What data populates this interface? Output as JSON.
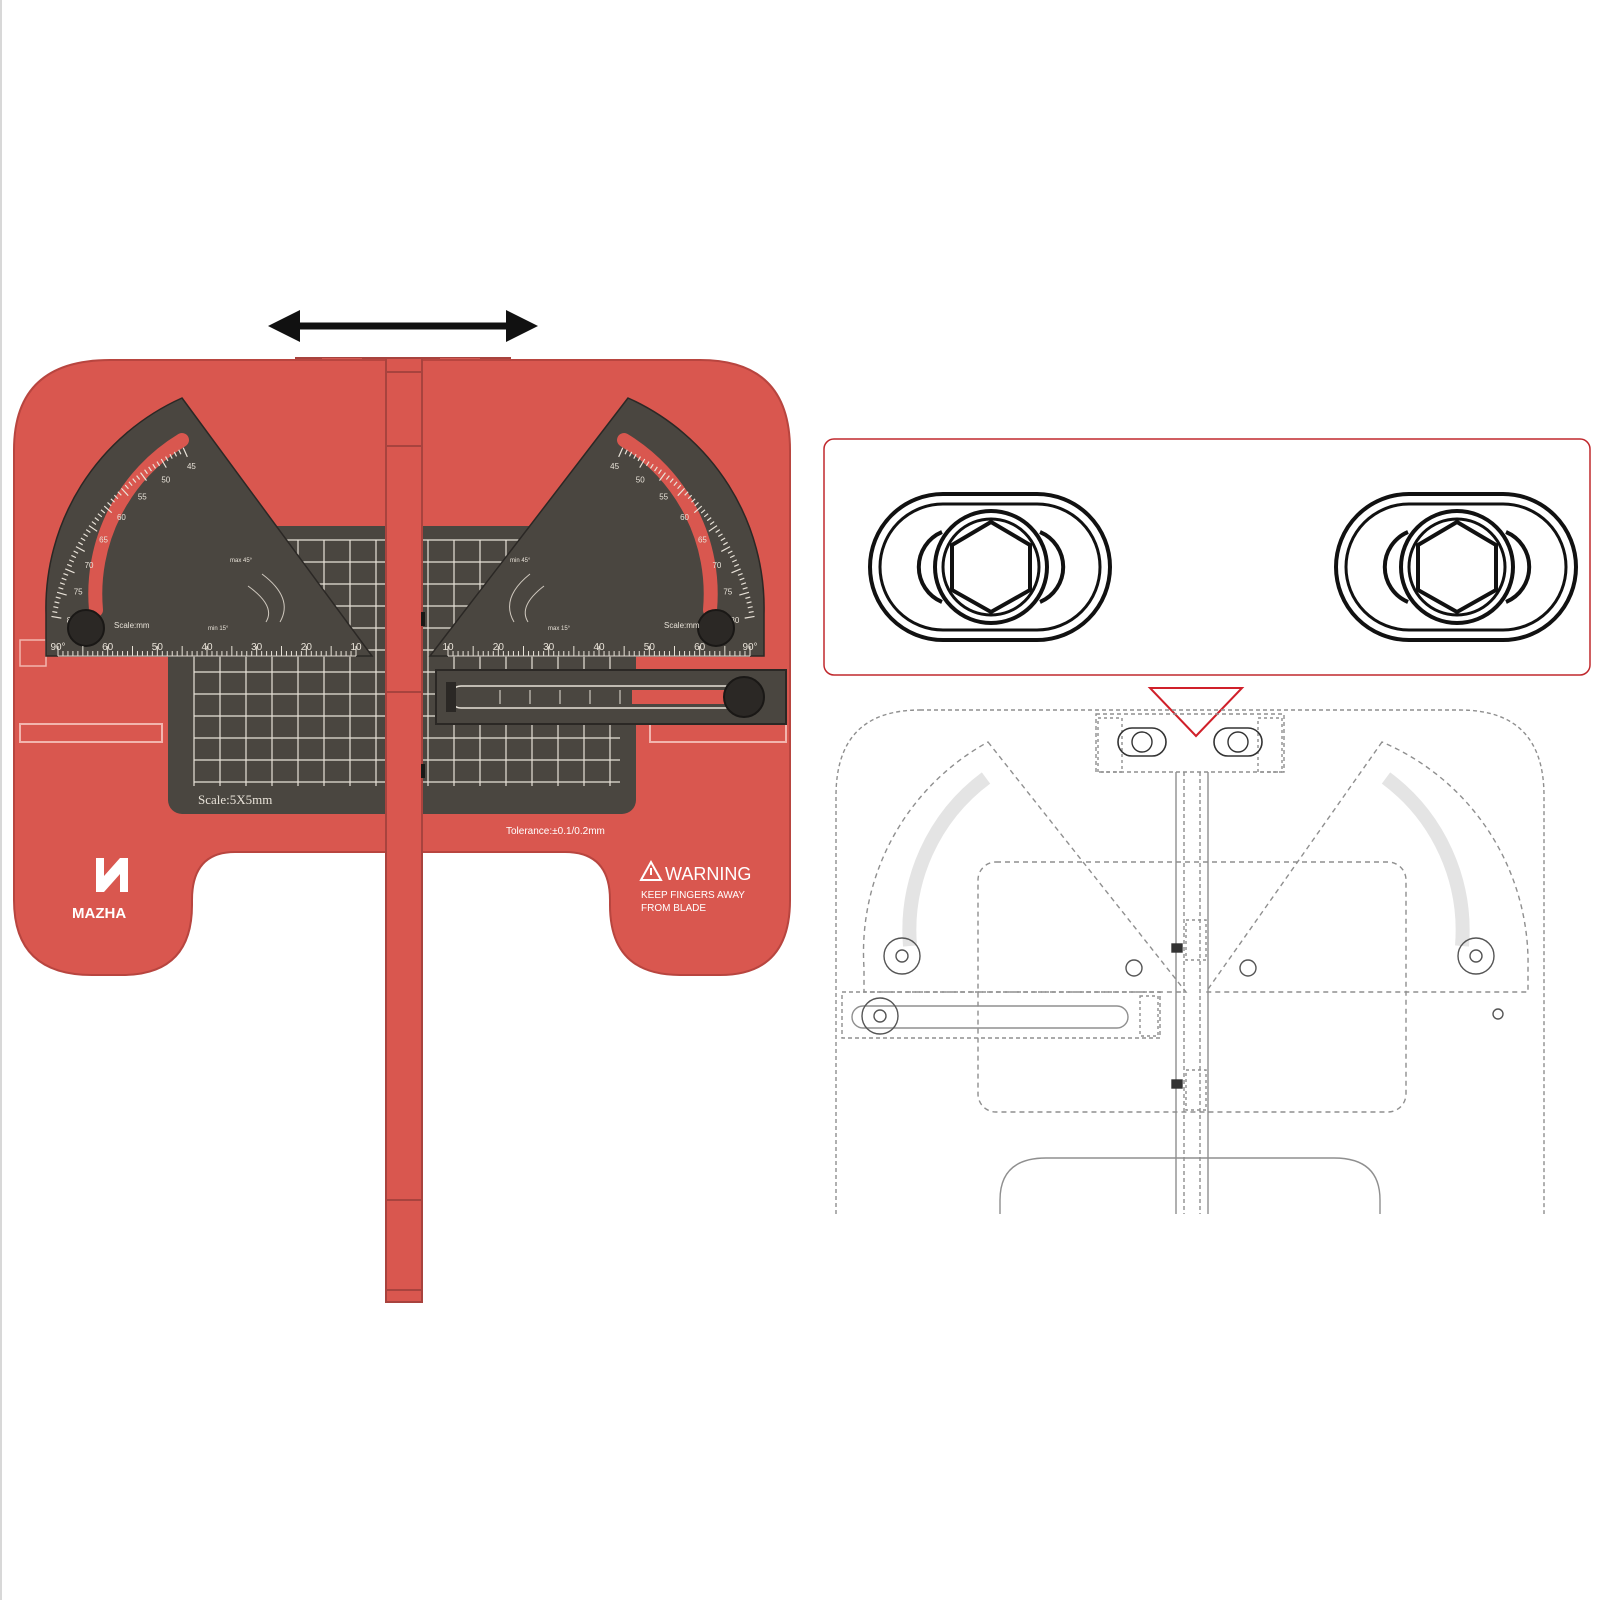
{
  "colors": {
    "body": "#D9574F",
    "body_dark": "#B8453F",
    "plate": "#4A4640",
    "grid_line": "#E8E2D8",
    "hairline": "#8F8F8F",
    "callout_border": "#C0282D",
    "marker": "#D0202A",
    "arrow": "#111111"
  },
  "icons": {
    "motion": "double-arrow-icon",
    "warning": "warning-triangle-icon",
    "brand": "mazha-logo",
    "adjust": "hex-socket-screw-icon",
    "pointer": "triangle-pointer-icon"
  },
  "product": {
    "brand": "MAZHA",
    "grid_scale": "Scale:5X5mm",
    "tolerance": "Tolerance:±0.1/0.2mm",
    "scale_left": "Scale:mm",
    "scale_right": "Scale:mm",
    "warning_title": "WARNING",
    "warning_line1": "KEEP FINGERS AWAY",
    "warning_line2": "FROM BLADE",
    "min_max_left_top": "max 45°",
    "min_max_left_bottom": "min 15°",
    "min_max_right_top": "min 45°",
    "min_max_right_bottom": "max 15°",
    "ruler_left": [
      "90°",
      "60",
      "50",
      "40",
      "30",
      "20",
      "10"
    ],
    "ruler_right": [
      "10",
      "20",
      "30",
      "40",
      "50",
      "60",
      "90°"
    ],
    "arc_left": [
      "45",
      "50",
      "55",
      "60",
      "65",
      "70",
      "75",
      "80"
    ],
    "arc_right": [
      "45",
      "50",
      "55",
      "60",
      "65",
      "70",
      "75",
      "80"
    ]
  }
}
